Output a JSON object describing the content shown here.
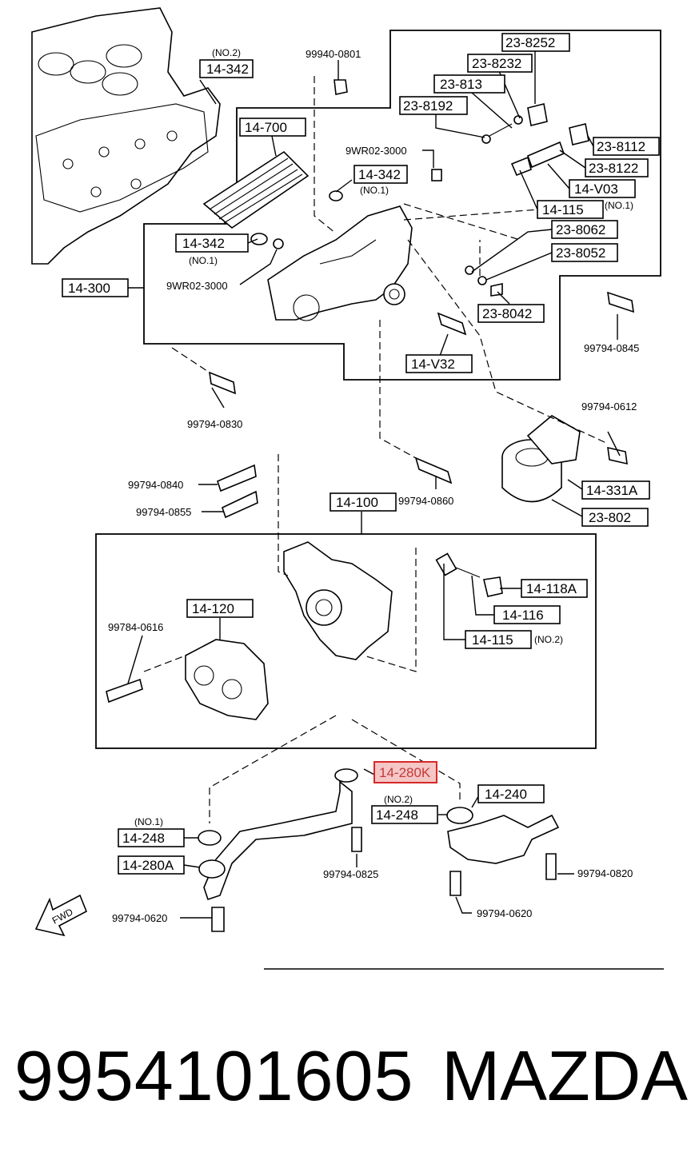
{
  "diagram": {
    "labels": {
      "l_14_342_no2": "14-342",
      "l_14_700": "14-700",
      "l_14_342_top": "14-342",
      "l_14_342_left": "14-342",
      "l_14_300": "14-300",
      "l_23_8252": "23-8252",
      "l_23_8232": "23-8232",
      "l_23_813": "23-813",
      "l_23_8192": "23-8192",
      "l_23_8112": "23-8112",
      "l_23_8122": "23-8122",
      "l_14_v03": "14-V03",
      "l_14_115_top": "14-115",
      "l_23_8062": "23-8062",
      "l_23_8052": "23-8052",
      "l_23_8042": "23-8042",
      "l_14_v32": "14-V32",
      "l_14_331a": "14-331A",
      "l_23_802": "23-802",
      "l_14_100": "14-100",
      "l_14_118a": "14-118A",
      "l_14_116": "14-116",
      "l_14_115_mid": "14-115",
      "l_14_120": "14-120",
      "l_14_280k": "14-280K",
      "l_14_240": "14-240",
      "l_14_248_no2": "14-248",
      "l_14_248_no1": "14-248",
      "l_14_280a": "14-280A"
    },
    "notes": {
      "no2_a": "(NO.2)",
      "no1_a": "(NO.1)",
      "no1_b": "(NO.1)",
      "no1_c": "(NO.1)",
      "no2_b": "(NO.2)",
      "no2_c": "(NO.2)",
      "no1_d": "(NO.1)"
    },
    "codes": {
      "c_99940_0801": "99940-0801",
      "c_9wr02_3000_top": "9WR02-3000",
      "c_9wr02_3000_left": "9WR02-3000",
      "c_99794_0845": "99794-0845",
      "c_99794_0830": "99794-0830",
      "c_99794_0612": "99794-0612",
      "c_99794_0840": "99794-0840",
      "c_99794_0855": "99794-0855",
      "c_99794_0860": "99794-0860",
      "c_99784_0616": "99784-0616",
      "c_99794_0825": "99794-0825",
      "c_99794_0820": "99794-0820",
      "c_99794_0620_right": "99794-0620",
      "c_99794_0620_left": "99794-0620"
    },
    "fwd_label": "FWD",
    "highlight_color": "#d62828"
  },
  "footer": {
    "part_number": "9954101605",
    "brand": "MAZDA"
  }
}
